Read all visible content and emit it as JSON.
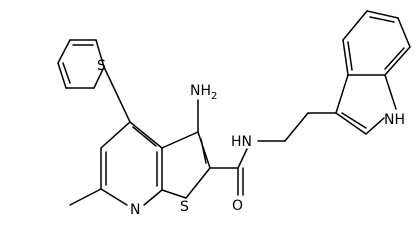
{
  "atoms": {
    "nh2": {
      "main": "NH",
      "sub": "2"
    },
    "amide_n": "HN",
    "amide_o": "O",
    "ring_s": "S",
    "pyridine_n": "N",
    "thiophene_s": "S",
    "indole_nh": "NH"
  },
  "colors": {
    "bond": "#000000",
    "text": "#000000",
    "background": "#ffffff"
  }
}
